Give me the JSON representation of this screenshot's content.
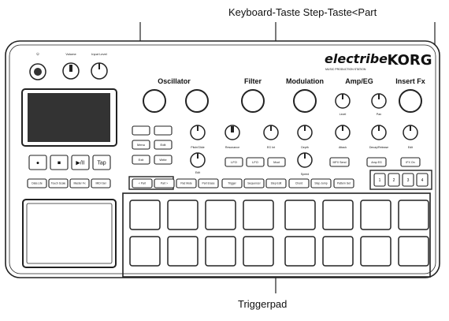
{
  "callouts": {
    "top": "Keyboard-Taste Step-Taste<Part",
    "bottom": "Triggerpad"
  },
  "device": {
    "brand": "KORG",
    "product": "electribe",
    "product_sub": "MUSIC PRODUCTION STATION",
    "top_jacks": [
      "⏻",
      "Volume",
      "Input Level"
    ],
    "sections": [
      "Oscillator",
      "Filter",
      "Modulation",
      "Amp/EG",
      "Insert Fx"
    ],
    "knob_labels_row1": [
      "Pitch/Glide",
      "Resonance",
      "EG Int",
      "Depth",
      "Attack",
      "Decay/Release",
      "Edit"
    ],
    "knob_labels_small": [
      "Level",
      "Pan"
    ],
    "speed_label": "Speed",
    "edit_label": "Edit",
    "transport": [
      "●",
      "■",
      "▶/II",
      "Tap"
    ],
    "left_buttons_row1": [
      "Data Lite",
      "Touch Scale",
      "Master Fx",
      "MIDI Sel"
    ],
    "left_small_buttons": [
      "",
      "",
      "Menu",
      "Edit",
      "Exit",
      "Write"
    ],
    "mid_buttons": [
      "LFO",
      "LFO",
      "Mod"
    ],
    "bottom_buttons": [
      "< Part",
      "Part >",
      "Pad Mute",
      "Part Erase",
      "Trigger",
      "Sequencer",
      "Step Edit",
      "Chord",
      "Step Jump",
      "Pattern Set"
    ],
    "right_buttons": [
      "MFX Send",
      "Amp EG",
      "IFX On"
    ],
    "step_keys": [
      "1",
      "2",
      "3",
      "4"
    ],
    "pads_rows": 2,
    "pads_cols": 8
  },
  "colors": {
    "line": "#222222",
    "panel_fill": "#ffffff",
    "screen": "#3a3a3a"
  }
}
